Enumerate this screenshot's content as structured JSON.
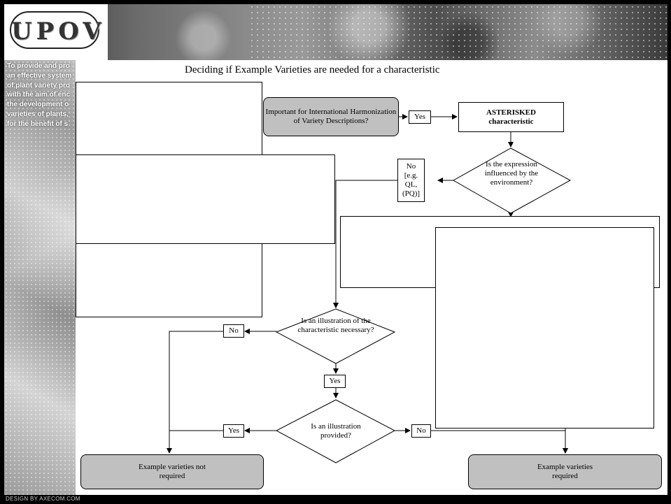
{
  "header": {
    "logo_text": "UPOV"
  },
  "sidebar": {
    "mission_lines": [
      "To provide and pro",
      "an effective system",
      "of plant variety pro",
      "with the aim of enc",
      "the development o",
      "varieties of plants,",
      "for the benefit of s"
    ],
    "credit": "DESIGN BY AXECOM.COM"
  },
  "slide": {
    "title": "Deciding if Example Varieties are needed for a characteristic"
  },
  "flowchart": {
    "important_box": "Important for International Harmonization of Variety Descriptions?",
    "yes_top": "Yes",
    "asterisked_line1": "ASTERISKED",
    "asterisked_line2": "characteristic",
    "environment_question": "Is the expression influenced by the environment?",
    "no_env": "No [e.g. QL, (PQ)]",
    "illustration_necessary": "Is an illustration of the characteristic necessary?",
    "no_left": "No",
    "yes_mid": "Yes",
    "illustration_provided": "Is an illustration provided?",
    "yes_left": "Yes",
    "no_right": "No",
    "not_required": "Example varieties not required",
    "required": "Example varieties required"
  }
}
